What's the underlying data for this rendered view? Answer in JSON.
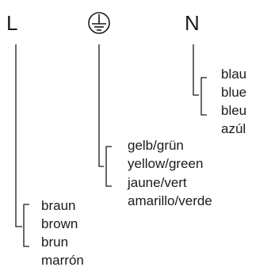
{
  "terminals": {
    "line": {
      "symbol": "L",
      "colors": [
        "braun",
        "brown",
        "brun",
        "marrón"
      ]
    },
    "earth": {
      "symbol": "earth-ground-icon",
      "colors": [
        "gelb/grün",
        "yellow/green",
        "jaune/vert",
        "amarillo/verde"
      ]
    },
    "neutral": {
      "symbol": "N",
      "colors": [
        "blau",
        "blue",
        "bleu",
        "azúl"
      ]
    }
  }
}
